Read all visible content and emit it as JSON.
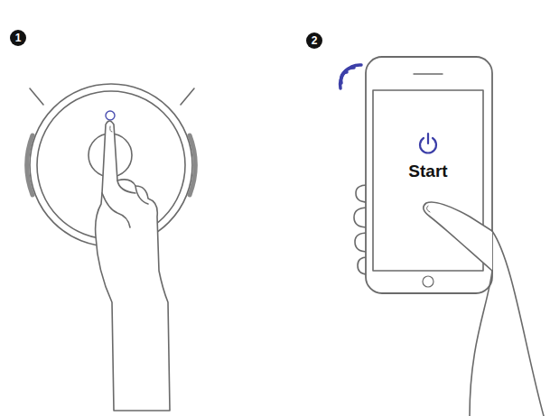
{
  "diagram": {
    "nodes": [
      {
        "text": [
          "Start"
        ]
      }
    ],
    "labels": [
      "1",
      "2"
    ]
  }
}
